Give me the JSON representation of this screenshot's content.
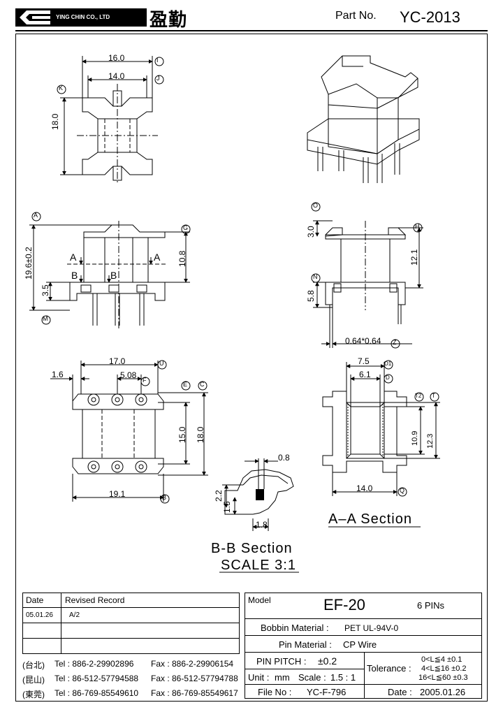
{
  "header": {
    "company_name": "YING CHIN CO., LTD",
    "company_name_cn": "盈勤",
    "part_no_label": "Part  No.",
    "part_no": "YC-2013"
  },
  "dimensions": {
    "top_view": {
      "width_outer": "16.0",
      "width_inner": "14.0",
      "height": "18.0",
      "ref_i": "I",
      "ref_j": "J",
      "ref_k": "K"
    },
    "front_view": {
      "height_total": "19.6±0.2",
      "height_upper": "10.8",
      "pin_row": "3.5",
      "section_a": "A",
      "section_b": "B",
      "ref_a": "A",
      "ref_g": "G",
      "ref_m": "M"
    },
    "side_view": {
      "top": "3.0",
      "upper": "12.1",
      "lower": "5.8",
      "pin": "0.64*0.64",
      "ref_o": "O",
      "ref_h": "H",
      "ref_n": "N",
      "ref_z": "Z"
    },
    "bottom_view": {
      "width": "17.0",
      "pitch": "5.08",
      "offset": "1.6",
      "inner_h": "15.0",
      "outer_h": "18.0",
      "base_w": "19.1",
      "ref_u": "U",
      "ref_f": "F",
      "ref_e": "E",
      "ref_c": "C",
      "ref_b": "B"
    },
    "b_section": {
      "w_top": "0.8",
      "h_a": "2.2",
      "h_b": "1.5",
      "w_bot": "1.8",
      "title": "B-B  Section",
      "scale": "SCALE  3:1"
    },
    "a_section": {
      "w_top": "7.5",
      "w_inner": "6.1",
      "h_a": "10.9",
      "h_b": "12.3",
      "w_bot": "14.0",
      "ref_d1": "D1",
      "ref_d": "D",
      "ref_t2": "T2",
      "ref_t": "T",
      "ref_q": "Q",
      "title": "A–A  Section"
    }
  },
  "revision": {
    "date_header": "Date",
    "record_header": "Revised  Record",
    "rows": [
      {
        "date": "05.01.26",
        "record": "A/2"
      },
      {
        "date": "",
        "record": ""
      },
      {
        "date": "",
        "record": ""
      }
    ]
  },
  "contacts": [
    {
      "city": "(台北)",
      "tel": "Tel : 886-2-29902896",
      "fax": "Fax : 886-2-29906154"
    },
    {
      "city": "(昆山)",
      "tel": "Tel : 86-512-57794588",
      "fax": "Fax : 86-512-57794788"
    },
    {
      "city": "(東莞)",
      "tel": "Tel : 86-769-85549610",
      "fax": "Fax : 86-769-85549617"
    }
  ],
  "spec": {
    "model_label": "Model",
    "model": "EF-20",
    "pins": "6 PINs",
    "bobbin_material_label": "Bobbin  Material :",
    "bobbin_material": "PET   UL-94V-0",
    "pin_material_label": "Pin  Material :",
    "pin_material": "CP  Wire",
    "pin_pitch_label": "PIN  PITCH :",
    "pin_pitch": "±0.2",
    "unit_label": "Unit :",
    "unit": "mm",
    "scale_label": "Scale :",
    "scale": "1.5 : 1",
    "tolerance_label": "Tolerance :",
    "tolerance": [
      "0<L≦4    ±0.1",
      "4<L≦16  ±0.2",
      "16<L≦60 ±0.3"
    ],
    "file_no_label": "File  No :",
    "file_no": "YC-F-796",
    "date_label": "Date :",
    "date": "2005.01.26"
  }
}
